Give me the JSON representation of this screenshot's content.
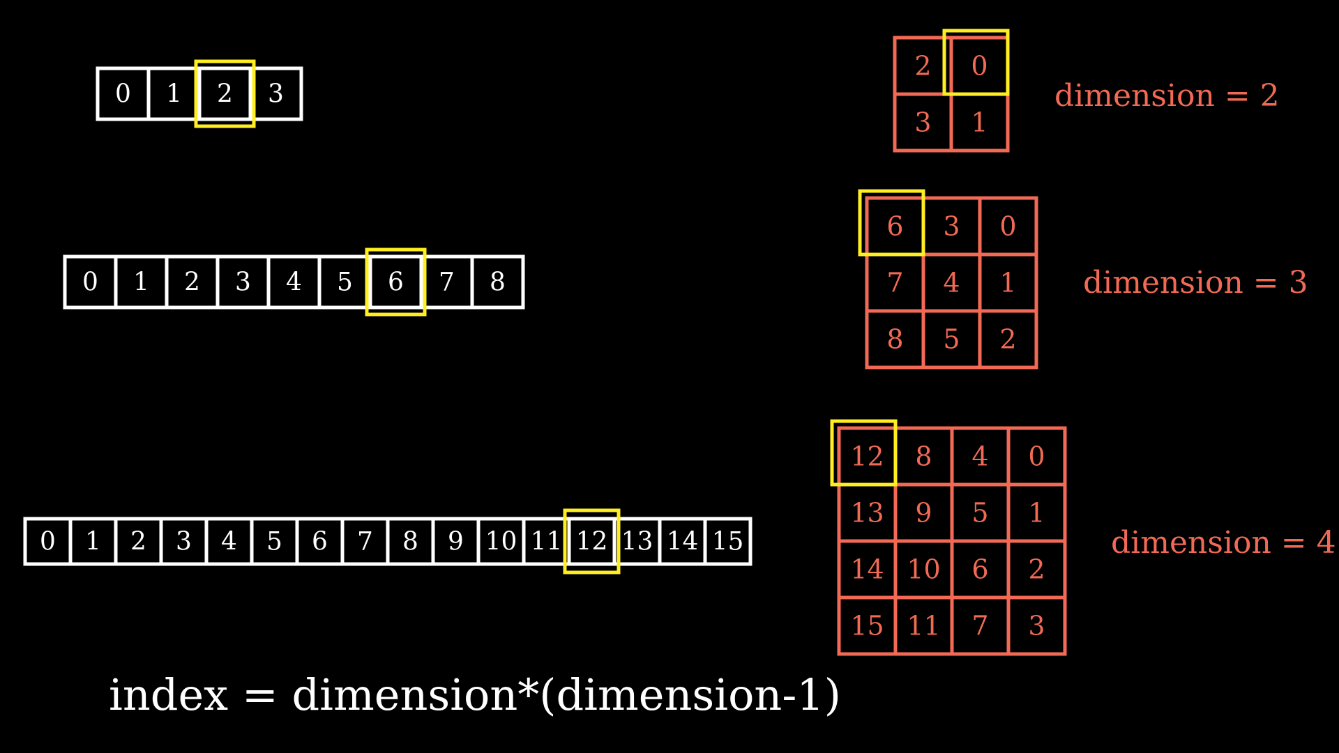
{
  "colors": {
    "background": "#000000",
    "array": "#ffffff",
    "grid": "#f26a55",
    "highlight": "#ffee22"
  },
  "arrays": [
    {
      "values": [
        "0",
        "1",
        "2",
        "3"
      ],
      "highlight_index": 2
    },
    {
      "values": [
        "0",
        "1",
        "2",
        "3",
        "4",
        "5",
        "6",
        "7",
        "8"
      ],
      "highlight_index": 6
    },
    {
      "values": [
        "0",
        "1",
        "2",
        "3",
        "4",
        "5",
        "6",
        "7",
        "8",
        "9",
        "10",
        "11",
        "12",
        "13",
        "14",
        "15"
      ],
      "highlight_index": 12
    }
  ],
  "grids": [
    {
      "rows": [
        [
          "2",
          "0"
        ],
        [
          "3",
          "1"
        ]
      ],
      "highlight_cell": [
        0,
        1
      ],
      "label": "dimension = 2"
    },
    {
      "rows": [
        [
          "6",
          "3",
          "0"
        ],
        [
          "7",
          "4",
          "1"
        ],
        [
          "8",
          "5",
          "2"
        ]
      ],
      "highlight_cell": [
        0,
        0
      ],
      "label": "dimension = 3"
    },
    {
      "rows": [
        [
          "12",
          "8",
          "4",
          "0"
        ],
        [
          "13",
          "9",
          "5",
          "1"
        ],
        [
          "14",
          "10",
          "6",
          "2"
        ],
        [
          "15",
          "11",
          "7",
          "3"
        ]
      ],
      "highlight_cell": [
        0,
        0
      ],
      "label": "dimension = 4"
    }
  ],
  "formula": "index = dimension*(dimension-1)"
}
